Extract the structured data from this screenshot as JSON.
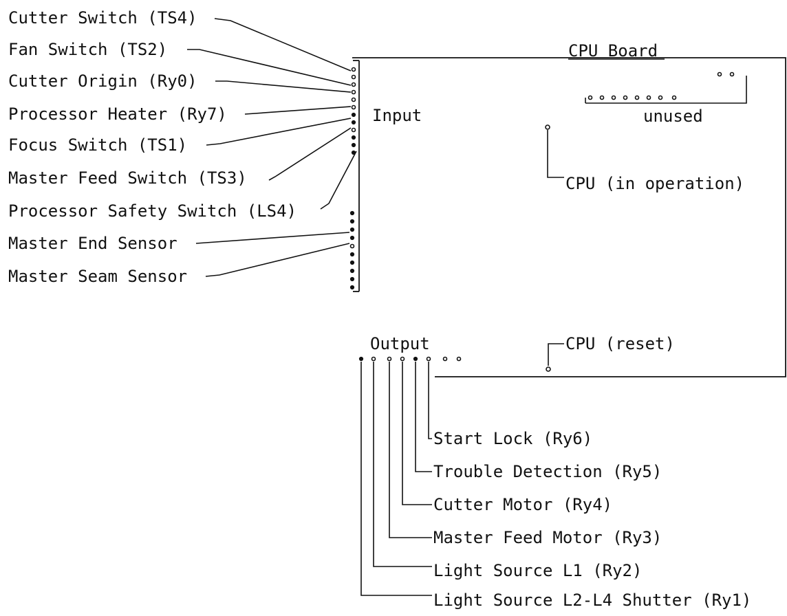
{
  "board": {
    "title": "CPU Board",
    "input_label": "Input",
    "output_label": "Output",
    "unused_label": "unused",
    "cpu_operation_label": "CPU (in operation)",
    "cpu_reset_label": "CPU (reset)"
  },
  "inputs": [
    "Cutter Switch (TS4)",
    "Fan Switch (TS2)",
    "Cutter Origin (Ry0)",
    "Processor Heater (Ry7)",
    "Focus Switch (TS1)",
    "Master Feed Switch (TS3)",
    "Processor Safety Switch (LS4)",
    "Master End Sensor",
    "Master Seam Sensor"
  ],
  "outputs": [
    "Start Lock (Ry6)",
    "Trouble Detection (Ry5)",
    "Cutter Motor (Ry4)",
    "Master Feed Motor (Ry3)",
    "Light Source L1 (Ry2)",
    "Light Source L2-L4 Shutter (Ry1)"
  ]
}
